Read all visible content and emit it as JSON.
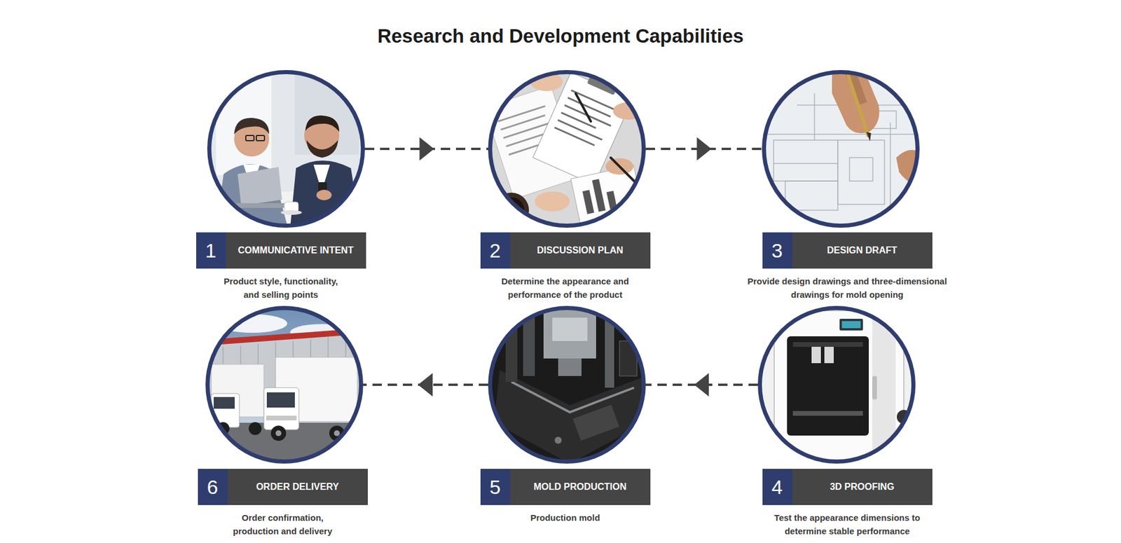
{
  "diagram": {
    "title": "Research and Development Capabilities",
    "nodes": [
      {
        "text": [
          "1",
          "COMMUNICATIVE INTENT",
          "Product style, functionality, and selling points"
        ]
      },
      {
        "text": [
          "2",
          "DISCUSSION PLAN",
          "Determine the appearance and performance of the product"
        ]
      },
      {
        "text": [
          "3",
          "DESIGN DRAFT",
          "Provide design drawings and three-dimensional drawings for mold opening"
        ]
      },
      {
        "text": [
          "4",
          "3D PROOFING",
          "Test the appearance dimensions to determine stable performance"
        ]
      },
      {
        "text": [
          "5",
          "MOLD PRODUCTION",
          "Production mold"
        ]
      },
      {
        "text": [
          "6",
          "ORDER DELIVERY",
          "Order confirmation, production and delivery"
        ]
      }
    ],
    "edges": [
      {
        "from": 0,
        "to": 1,
        "arrow": "to"
      },
      {
        "from": 1,
        "to": 2,
        "arrow": "to"
      },
      {
        "from": 3,
        "to": 4,
        "arrow": "to"
      },
      {
        "from": 4,
        "to": 5,
        "arrow": "to"
      }
    ]
  }
}
